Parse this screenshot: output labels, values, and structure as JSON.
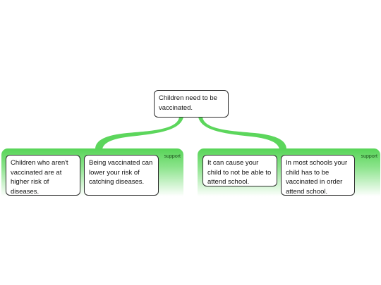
{
  "root": {
    "text": "Children need to be vaccinated."
  },
  "groups": [
    {
      "label": "support",
      "nodes": [
        {
          "text": "Children who aren't vaccinated are at higher risk of diseases."
        },
        {
          "text": "Being vaccinated can lower your risk of catching diseases."
        }
      ]
    },
    {
      "label": "support",
      "nodes": [
        {
          "text": "It can cause your child to not be able to attend school."
        },
        {
          "text": "In most schools your child has to be vaccinated in order attend school."
        }
      ]
    }
  ],
  "colors": {
    "connector": "#5cd65c",
    "group_fill_top": "#57d457",
    "node_border": "#2d2d2d"
  }
}
